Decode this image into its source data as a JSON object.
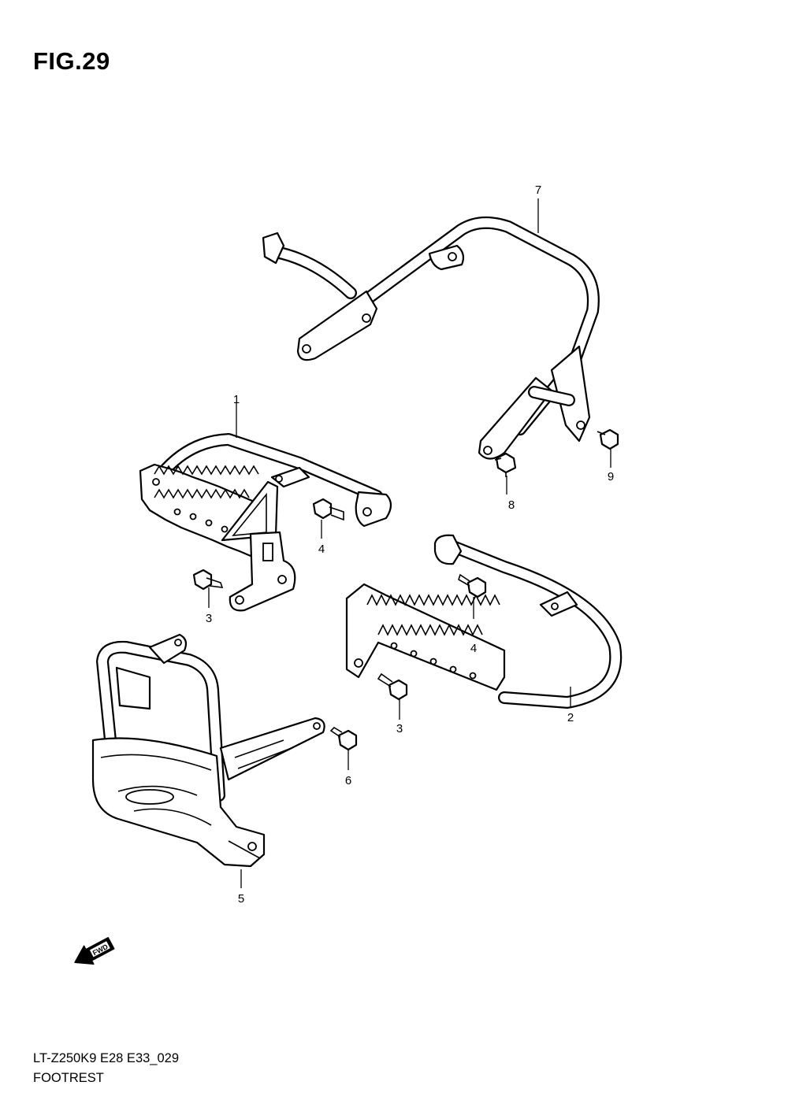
{
  "figure": {
    "title": "FIG.29"
  },
  "callouts": [
    {
      "id": "c1",
      "number": "1"
    },
    {
      "id": "c2",
      "number": "2"
    },
    {
      "id": "c3a",
      "number": "3"
    },
    {
      "id": "c3b",
      "number": "3"
    },
    {
      "id": "c4a",
      "number": "4"
    },
    {
      "id": "c4b",
      "number": "4"
    },
    {
      "id": "c5",
      "number": "5"
    },
    {
      "id": "c6",
      "number": "6"
    },
    {
      "id": "c7",
      "number": "7"
    },
    {
      "id": "c8",
      "number": "8"
    },
    {
      "id": "c9",
      "number": "9"
    }
  ],
  "fwd_arrow": {
    "label": "FWD",
    "icon": "fwd-arrow-icon"
  },
  "footer": {
    "model_code": "LT-Z250K9 E28 E33_029",
    "section_name": "FOOTREST"
  }
}
